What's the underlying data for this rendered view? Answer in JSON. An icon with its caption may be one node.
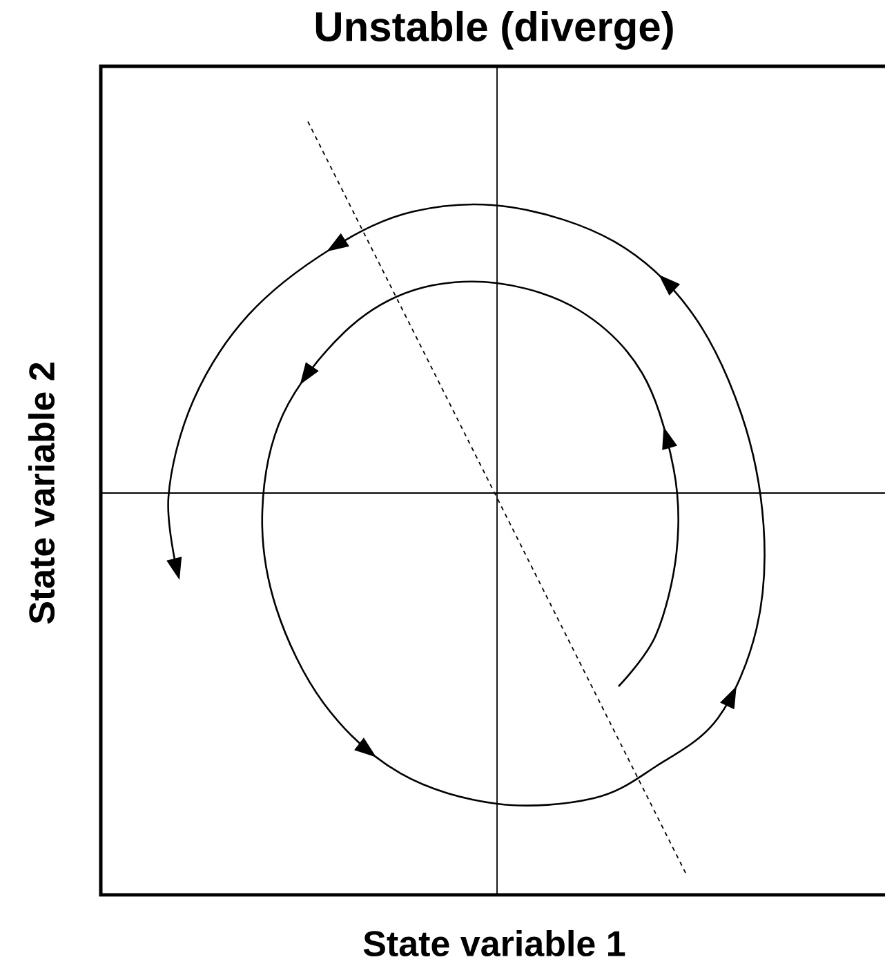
{
  "diagram": {
    "title": "Unstable (diverge)",
    "labels": [
      "State variable 1",
      "State variable 2"
    ]
  }
}
